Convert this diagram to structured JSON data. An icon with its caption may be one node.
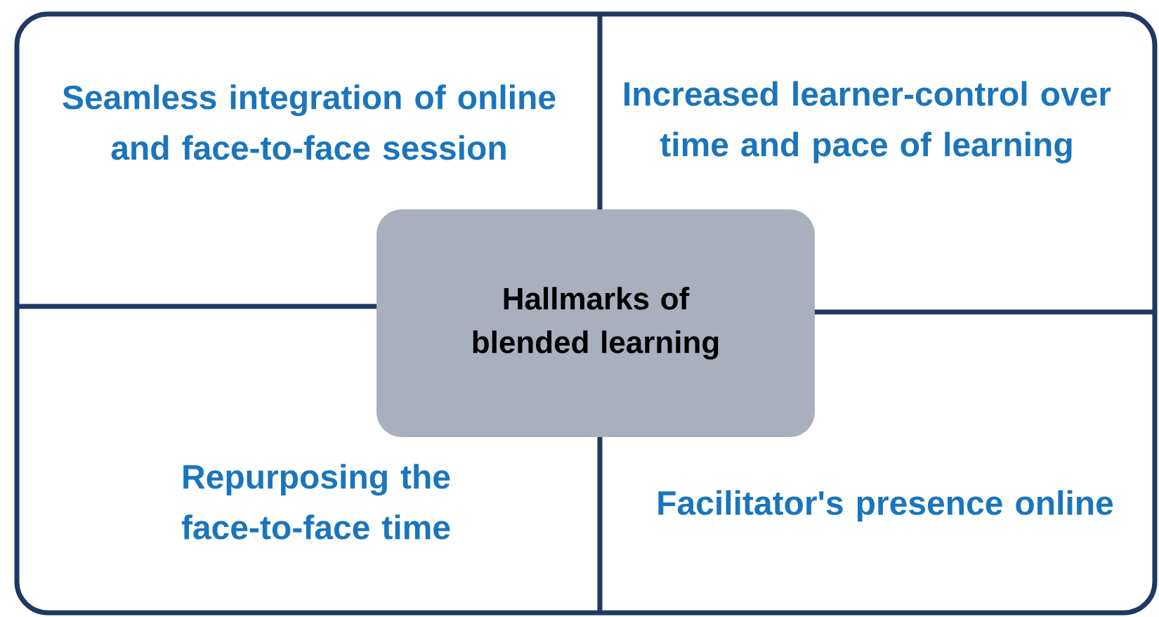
{
  "diagram": {
    "nodes": [
      {
        "text": [
          "Hallmarks of blended learning"
        ]
      },
      {
        "text": [
          "Seamless integration of online and face-to-face session"
        ]
      },
      {
        "text": [
          "Increased learner-control over time and pace of learning"
        ]
      },
      {
        "text": [
          "Repurposing the face-to-face time"
        ]
      },
      {
        "text": [
          "Facilitator's presence online"
        ]
      }
    ]
  }
}
